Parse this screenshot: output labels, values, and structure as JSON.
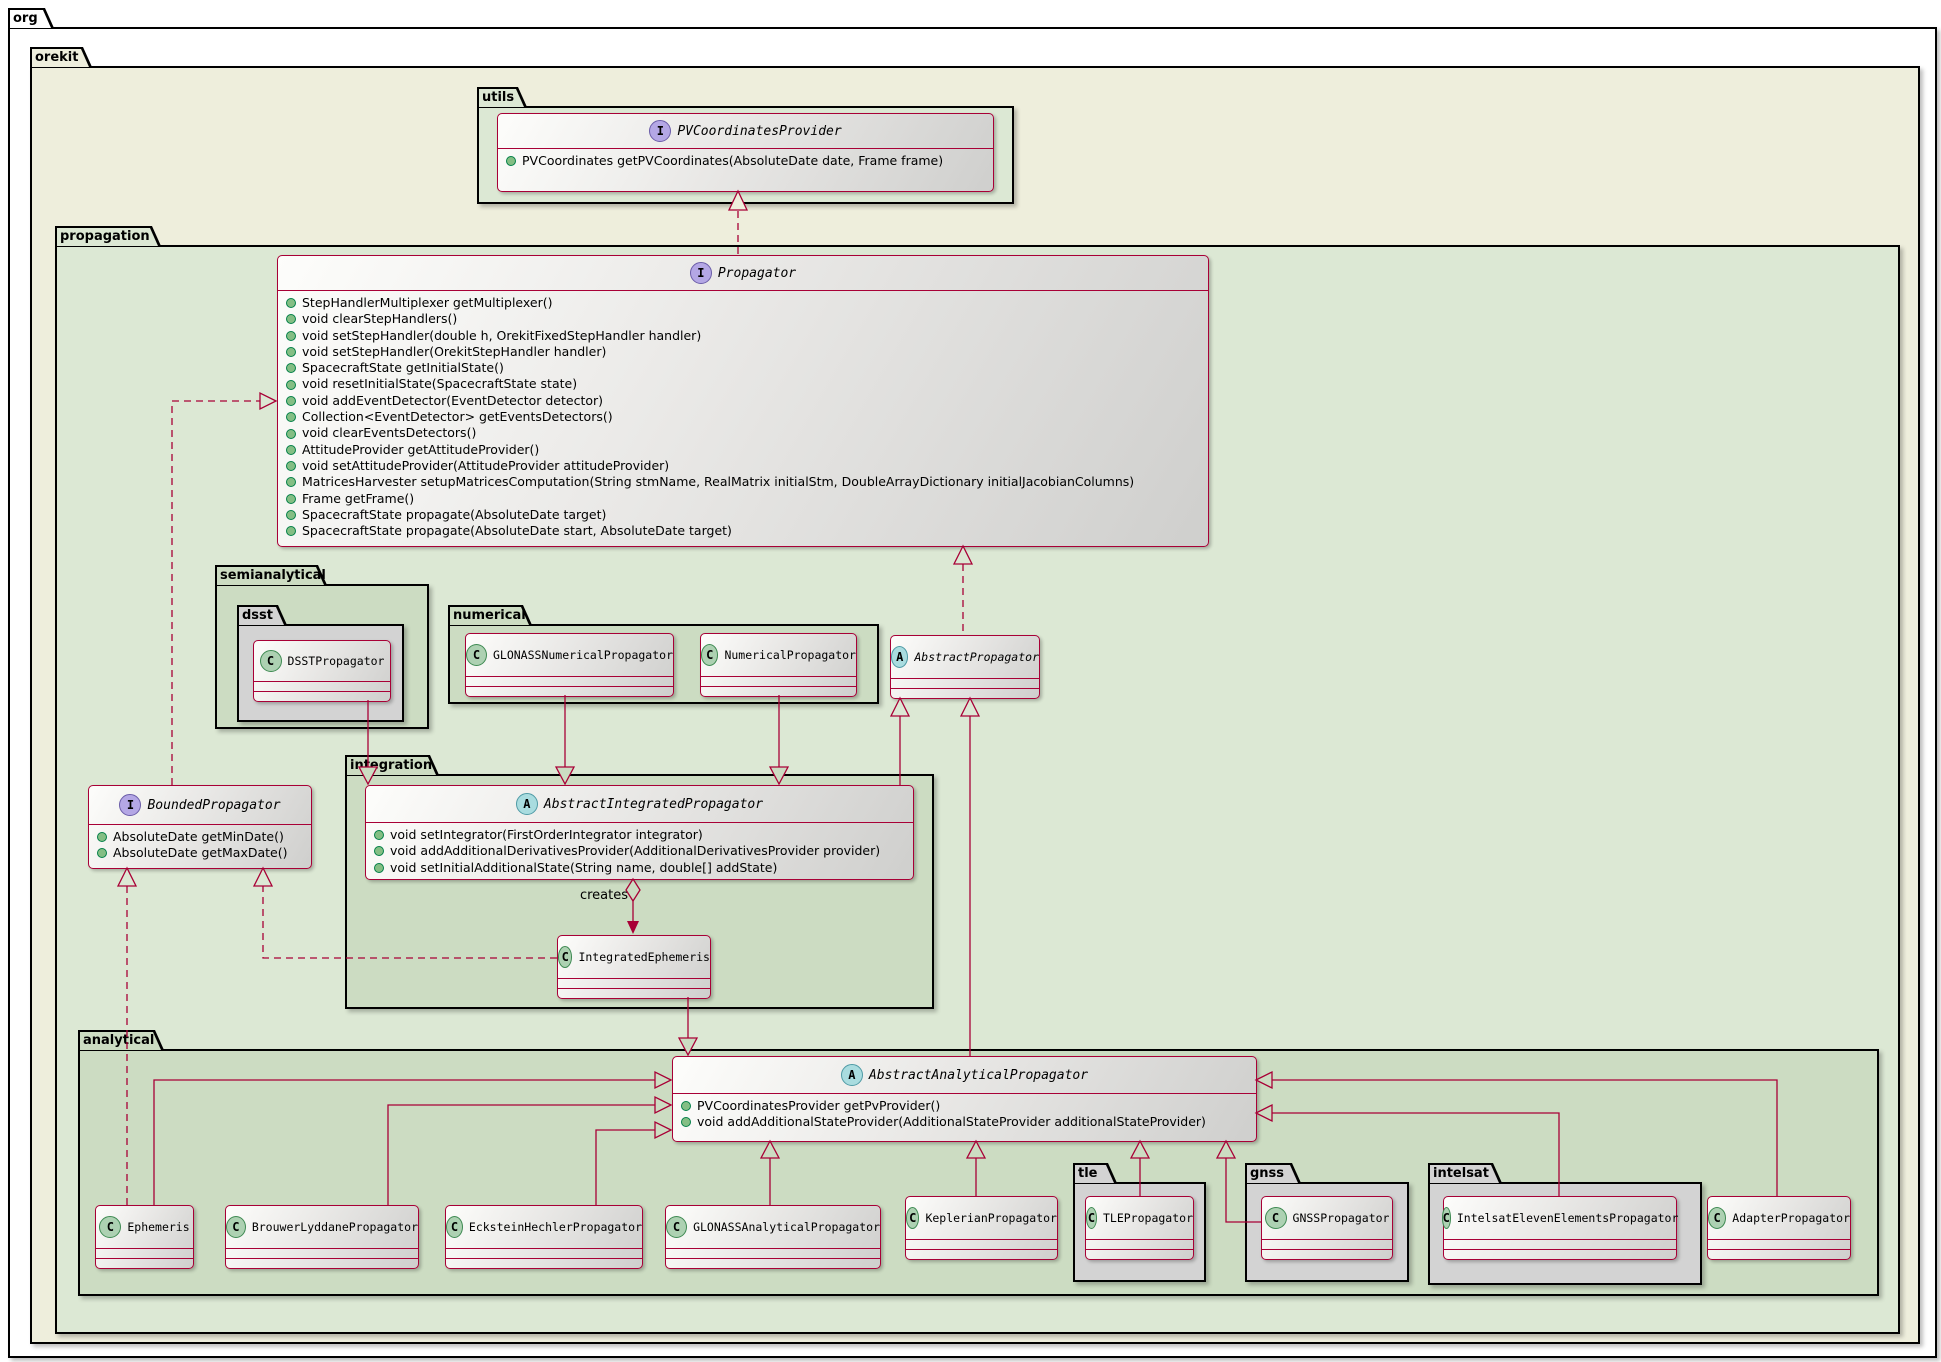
{
  "diagram": {
    "packages": {
      "org": {
        "label": "org"
      },
      "orekit": {
        "label": "orekit"
      },
      "utils": {
        "label": "utils"
      },
      "propagation": {
        "label": "propagation"
      },
      "semianalytical": {
        "label": "semianalytical"
      },
      "dsst": {
        "label": "dsst"
      },
      "numerical": {
        "label": "numerical"
      },
      "integration": {
        "label": "integration"
      },
      "analytical": {
        "label": "analytical"
      },
      "tle": {
        "label": "tle"
      },
      "gnss": {
        "label": "gnss"
      },
      "intelsat": {
        "label": "intelsat"
      }
    },
    "classes": {
      "pv_coordinates_provider": {
        "badge": "I",
        "name": "PVCoordinatesProvider",
        "methods": [
          "PVCoordinates getPVCoordinates(AbsoluteDate date, Frame frame)"
        ]
      },
      "propagator": {
        "badge": "I",
        "name": "Propagator",
        "methods": [
          "StepHandlerMultiplexer getMultiplexer()",
          "void clearStepHandlers()",
          "void setStepHandler(double h, OrekitFixedStepHandler handler)",
          "void setStepHandler(OrekitStepHandler handler)",
          "SpacecraftState getInitialState()",
          "void resetInitialState(SpacecraftState state)",
          "void addEventDetector(EventDetector detector)",
          "Collection<EventDetector> getEventsDetectors()",
          "void clearEventsDetectors()",
          "AttitudeProvider getAttitudeProvider()",
          "void setAttitudeProvider(AttitudeProvider attitudeProvider)",
          "MatricesHarvester setupMatricesComputation(String stmName, RealMatrix initialStm, DoubleArrayDictionary initialJacobianColumns)",
          "Frame getFrame()",
          "SpacecraftState propagate(AbsoluteDate target)",
          "SpacecraftState propagate(AbsoluteDate start, AbsoluteDate target)"
        ]
      },
      "dsst_propagator": {
        "badge": "C",
        "name": "DSSTPropagator"
      },
      "glonass_numerical_propagator": {
        "badge": "C",
        "name": "GLONASSNumericalPropagator"
      },
      "numerical_propagator": {
        "badge": "C",
        "name": "NumericalPropagator"
      },
      "abstract_propagator": {
        "badge": "A",
        "name": "AbstractPropagator"
      },
      "bounded_propagator": {
        "badge": "I",
        "name": "BoundedPropagator",
        "methods": [
          "AbsoluteDate getMinDate()",
          "AbsoluteDate getMaxDate()"
        ]
      },
      "abstract_integrated_propagator": {
        "badge": "A",
        "name": "AbstractIntegratedPropagator",
        "methods": [
          "void setIntegrator(FirstOrderIntegrator integrator)",
          "void addAdditionalDerivativesProvider(AdditionalDerivativesProvider provider)",
          "void setInitialAdditionalState(String name, double[] addState)"
        ]
      },
      "integrated_ephemeris": {
        "badge": "C",
        "name": "IntegratedEphemeris"
      },
      "abstract_analytical_propagator": {
        "badge": "A",
        "name": "AbstractAnalyticalPropagator",
        "methods": [
          "PVCoordinatesProvider getPvProvider()",
          "void addAdditionalStateProvider(AdditionalStateProvider additionalStateProvider)"
        ]
      },
      "ephemeris": {
        "badge": "C",
        "name": "Ephemeris"
      },
      "brouwer_lyddane_propagator": {
        "badge": "C",
        "name": "BrouwerLyddanePropagator"
      },
      "eckstein_hechler_propagator": {
        "badge": "C",
        "name": "EcksteinHechlerPropagator"
      },
      "glonass_analytical_propagator": {
        "badge": "C",
        "name": "GLONASSAnalyticalPropagator"
      },
      "keplerian_propagator": {
        "badge": "C",
        "name": "KeplerianPropagator"
      },
      "tle_propagator": {
        "badge": "C",
        "name": "TLEPropagator"
      },
      "gnss_propagator": {
        "badge": "C",
        "name": "GNSSPropagator"
      },
      "intelsat_eleven_elements_propagator": {
        "badge": "C",
        "name": "IntelsatElevenElementsPropagator"
      },
      "adapter_propagator": {
        "badge": "C",
        "name": "AdapterPropagator"
      }
    },
    "edge_labels": {
      "creates": "creates"
    },
    "colors": {
      "line": "#A80036",
      "interface_badge": "#B4A7E5",
      "abstract_badge": "#A9DCDF",
      "class_badge": "#ADD1B2",
      "package_cream": "#EEEEDC",
      "package_green_outer": "#DCE8D4",
      "package_green_inner": "#CCDCC2",
      "package_gray": "#D3D3D3"
    }
  }
}
